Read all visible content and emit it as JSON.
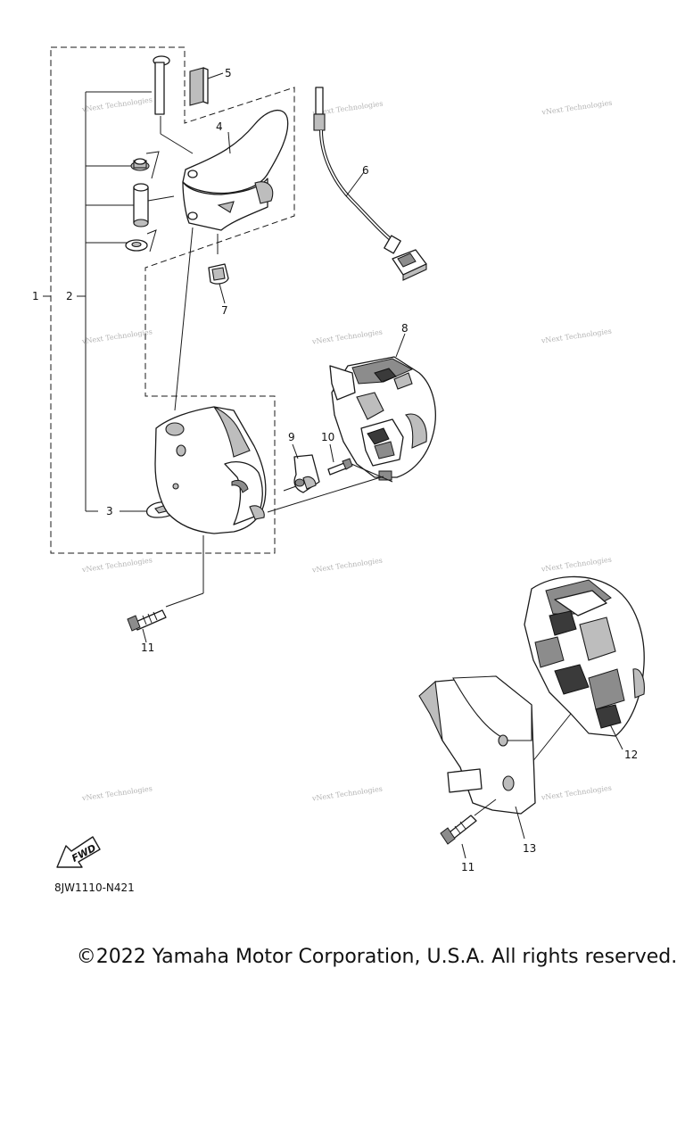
{
  "callouts": {
    "c1": "1",
    "c2": "2",
    "c3": "3",
    "c4": "4",
    "c5": "5",
    "c6": "6",
    "c7": "7",
    "c8": "8",
    "c9": "9",
    "c10": "10",
    "c11a": "11",
    "c11b": "11",
    "c12": "12",
    "c13": "13"
  },
  "watermark": {
    "text": "vNext Technologies"
  },
  "fwd_label": "FWD",
  "diagram_code": "8JW1110-N421",
  "copyright": "©2022 Yamaha Motor Corporation, U.S.A. All rights reserved.",
  "icons": [
    "fwd-arrow-icon"
  ]
}
